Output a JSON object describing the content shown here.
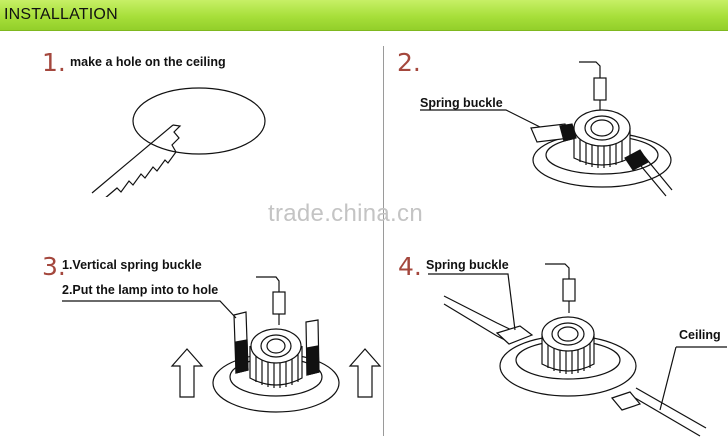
{
  "header": {
    "title": "INSTALLATION"
  },
  "steps": [
    {
      "number": "1.",
      "labels": [
        "make a hole on the ceiling"
      ]
    },
    {
      "number": "2.",
      "labels": [
        "Spring buckle"
      ]
    },
    {
      "number": "3.",
      "labels": [
        "1.Vertical spring buckle",
        "2.Put the lamp into to hole"
      ]
    },
    {
      "number": "4.",
      "labels": [
        "Spring buckle",
        "Ceiling"
      ]
    }
  ],
  "watermark": "trade.china.cn",
  "colors": {
    "header_top": "#c7f066",
    "header_bottom": "#93cf2a",
    "step_number": "#a4473d"
  }
}
